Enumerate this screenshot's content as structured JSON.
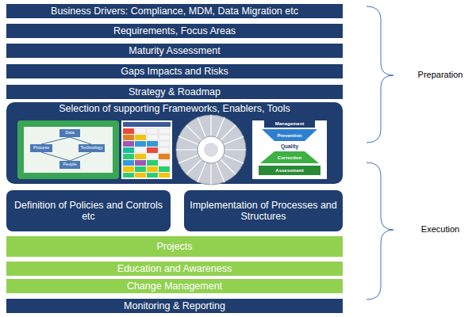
{
  "diagram": {
    "nodes": [
      {
        "text": [
          "Business Drivers: Compliance, MDM, Data Migration etc"
        ]
      },
      {
        "text": [
          "Requirements, Focus Areas"
        ]
      },
      {
        "text": [
          "Maturity Assessment"
        ]
      },
      {
        "text": [
          "Gaps Impacts and Risks"
        ]
      },
      {
        "text": [
          "Strategy & Roadmap"
        ]
      },
      {
        "text": [
          "Selection of supporting Frameworks, Enablers, Tools"
        ]
      },
      {
        "text": [
          "Definition of Policies and Controls etc"
        ]
      },
      {
        "text": [
          "Implementation of Processes and Structures"
        ]
      },
      {
        "text": [
          "Projects"
        ]
      },
      {
        "text": [
          "Education and Awareness"
        ]
      },
      {
        "text": [
          "Change Management"
        ]
      },
      {
        "text": [
          "Monitoring & Reporting"
        ]
      }
    ],
    "labels": [
      "Data",
      "Process",
      "Technology",
      "People",
      "Management",
      "Prevention",
      "Quality",
      "Correction",
      "Assessment",
      "Preparation",
      "Execution"
    ]
  }
}
